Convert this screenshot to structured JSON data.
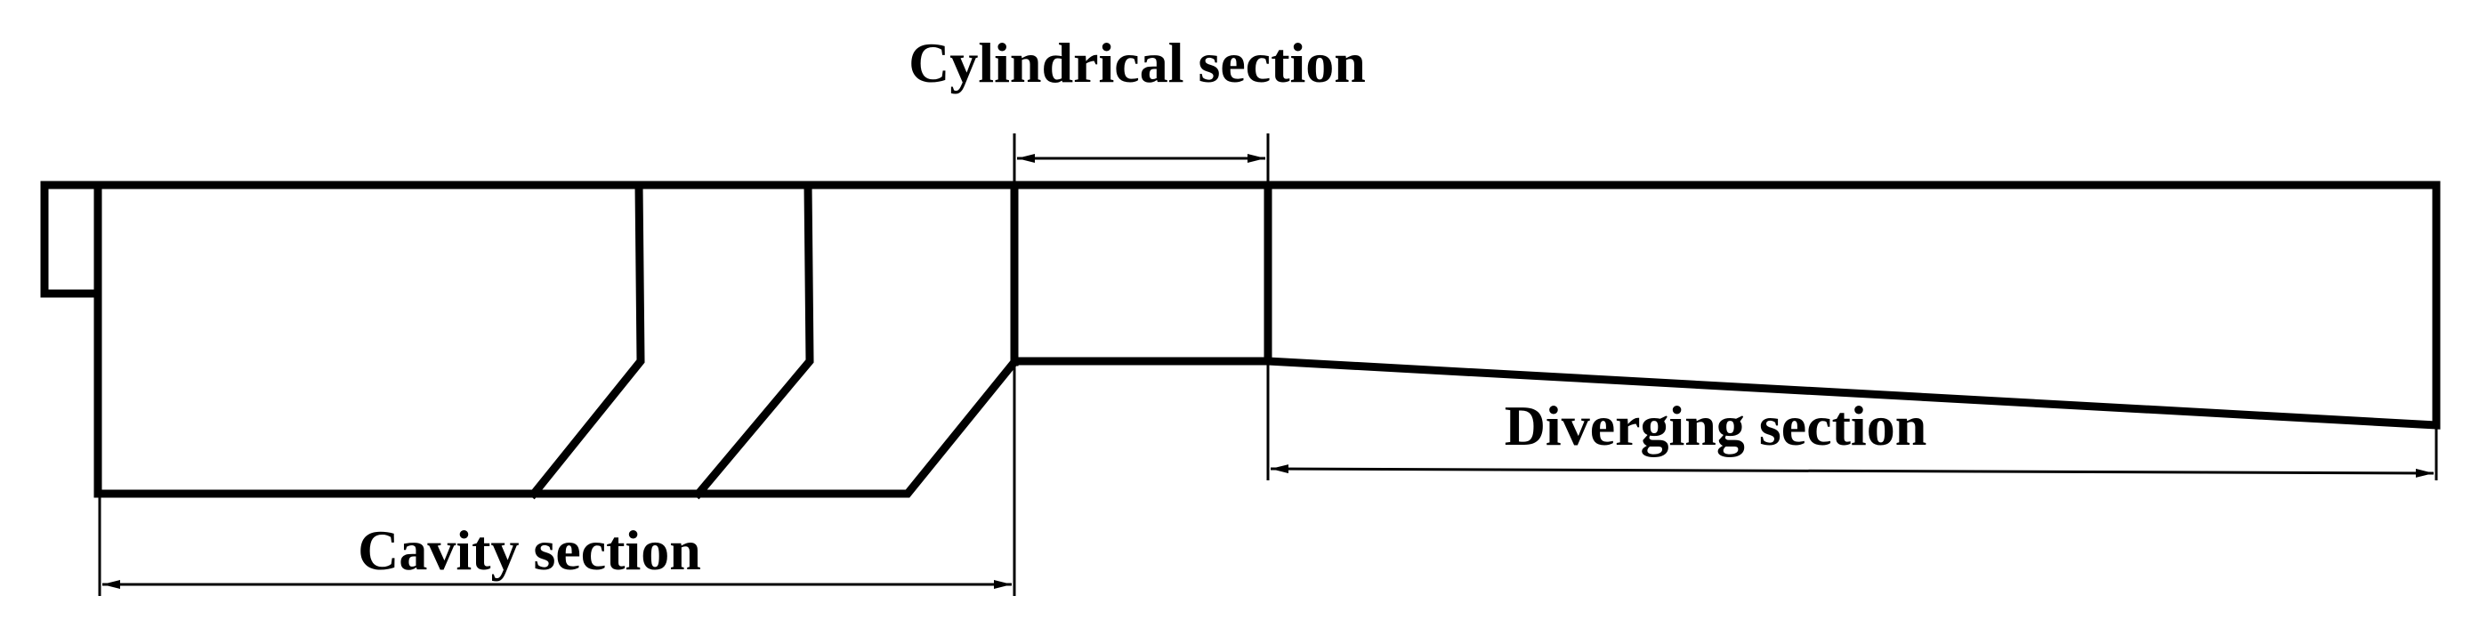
{
  "labels": {
    "cylindrical": "Cylindrical section",
    "cavity": "Cavity section",
    "diverging": "Diverging section"
  },
  "colors": {
    "stroke": "#000000",
    "background": "#ffffff"
  }
}
